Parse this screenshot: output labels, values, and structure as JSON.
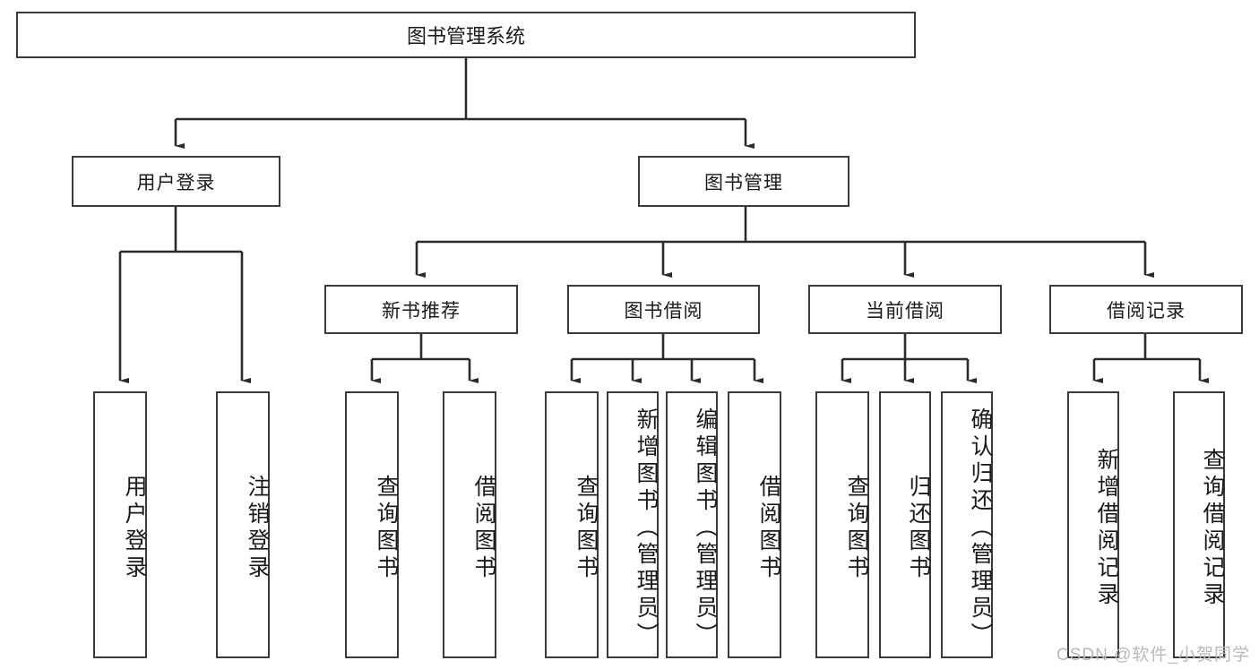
{
  "diagram": {
    "title": "图书管理系统",
    "type": "tree",
    "colors": {
      "box_border": "#3a3a3a",
      "box_fill": "#ffffff",
      "edge": "#2b2b2b",
      "text": "#1a1a1a",
      "watermark": "#b9b9b9",
      "background": "#ffffff"
    },
    "nodes": {
      "root": {
        "label": "图书管理系统"
      },
      "level1": [
        {
          "id": "user-login",
          "label": "用户登录"
        },
        {
          "id": "book-manage",
          "label": "图书管理"
        }
      ],
      "level2": [
        {
          "id": "new-book-recommend",
          "label": "新书推荐"
        },
        {
          "id": "book-borrow",
          "label": "图书借阅"
        },
        {
          "id": "current-borrow",
          "label": "当前借阅"
        },
        {
          "id": "borrow-record",
          "label": "借阅记录"
        }
      ],
      "leaves": [
        {
          "id": "leaf-user-login",
          "label": "用户登录",
          "parent": "user-login"
        },
        {
          "id": "leaf-logout-login",
          "label": "注销登录",
          "parent": "user-login"
        },
        {
          "id": "leaf-query-book-1",
          "label": "查询图书",
          "parent": "new-book-recommend"
        },
        {
          "id": "leaf-borrow-book-1",
          "label": "借阅图书",
          "parent": "new-book-recommend"
        },
        {
          "id": "leaf-query-book-2",
          "label": "查询图书",
          "parent": "book-borrow"
        },
        {
          "id": "leaf-add-book",
          "label": "新增图书（管理员）",
          "parent": "book-borrow"
        },
        {
          "id": "leaf-edit-book",
          "label": "编辑图书（管理员）",
          "parent": "book-borrow"
        },
        {
          "id": "leaf-borrow-book-2",
          "label": "借阅图书",
          "parent": "book-borrow"
        },
        {
          "id": "leaf-query-book-3",
          "label": "查询图书",
          "parent": "current-borrow"
        },
        {
          "id": "leaf-return-book",
          "label": "归还图书",
          "parent": "current-borrow"
        },
        {
          "id": "leaf-confirm-return",
          "label": "确认归还（管理员）",
          "parent": "current-borrow"
        },
        {
          "id": "leaf-add-record",
          "label": "新增借阅记录",
          "parent": "borrow-record"
        },
        {
          "id": "leaf-query-record",
          "label": "查询借阅记录",
          "parent": "borrow-record"
        }
      ]
    },
    "watermark": "CSDN @软件_小贺同学"
  }
}
